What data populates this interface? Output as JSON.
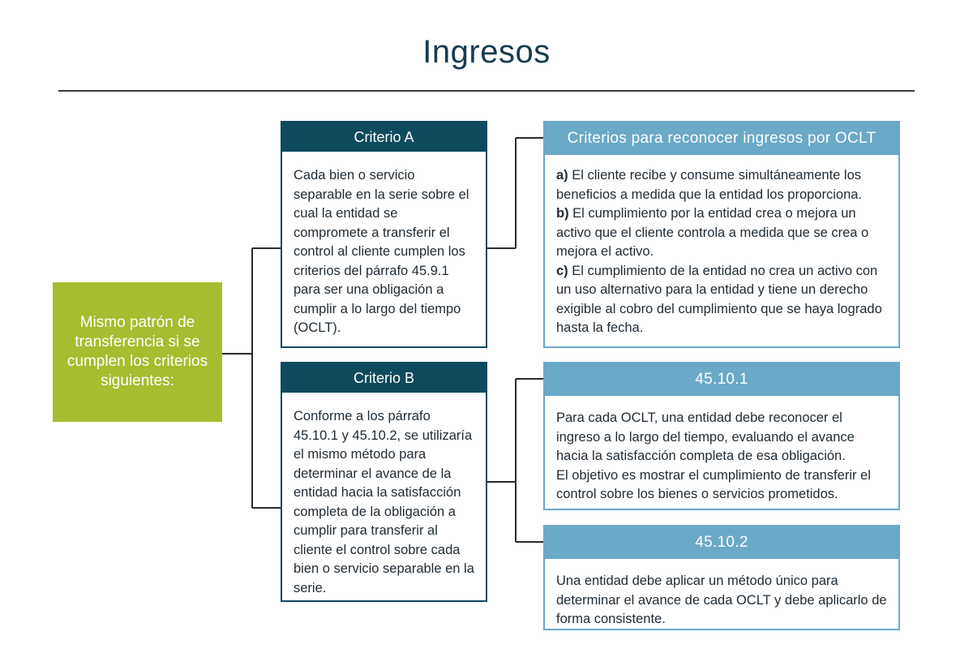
{
  "title": "Ingresos",
  "main_box": {
    "text": "Mismo patrón de transferencia si se cumplen los criterios siguientes:"
  },
  "criterio_a": {
    "header": "Criterio A",
    "body": "Cada bien o servicio separable en la serie sobre el cual la entidad se compromete a transferir el control al cliente cumplen los criterios del párrafo 45.9.1 para ser una obligación a cumplir a lo largo del tiempo (OCLT)."
  },
  "criterio_b": {
    "header": "Criterio B",
    "body": "Conforme a los párrafo 45.10.1 y 45.10.2, se utilizaría el mismo método para determinar el avance de la entidad hacia la satisfacción completa de la obligación a cumplir para transferir al cliente el control sobre cada bien o servicio separable en la serie."
  },
  "oclt_criteria": {
    "header": "Criterios para reconocer ingresos por OCLT",
    "items": [
      {
        "letter": "a)",
        "text": "El cliente recibe y consume simultáneamente los beneficios a medida que la entidad los proporciona."
      },
      {
        "letter": "b)",
        "text": "El cumplimiento por la entidad crea o mejora un activo que el cliente controla a medida que se crea o mejora el activo."
      },
      {
        "letter": "c)",
        "text": "El cumplimiento de la entidad no crea un activo con un uso alternativo para la entidad y tiene un derecho exigible al cobro del cumplimiento que se haya logrado hasta la fecha."
      }
    ]
  },
  "para_45_10_1": {
    "header": "45.10.1",
    "body": "Para cada OCLT, una entidad debe reconocer el ingreso a lo largo del tiempo, evaluando el avance hacia la satisfacción completa de esa obligación.",
    "body2": "El objetivo es mostrar el cumplimiento de transferir el control sobre los bienes o servicios prometidos."
  },
  "para_45_10_2": {
    "header": "45.10.2",
    "body": "Una entidad debe aplicar un método único para determinar el avance de cada OCLT y debe aplicarlo de forma consistente."
  },
  "colors": {
    "green": "#a5bd2f",
    "dark_teal": "#0e4a5e",
    "light_blue": "#6aa9c8",
    "connector": "#2b2b2b"
  }
}
